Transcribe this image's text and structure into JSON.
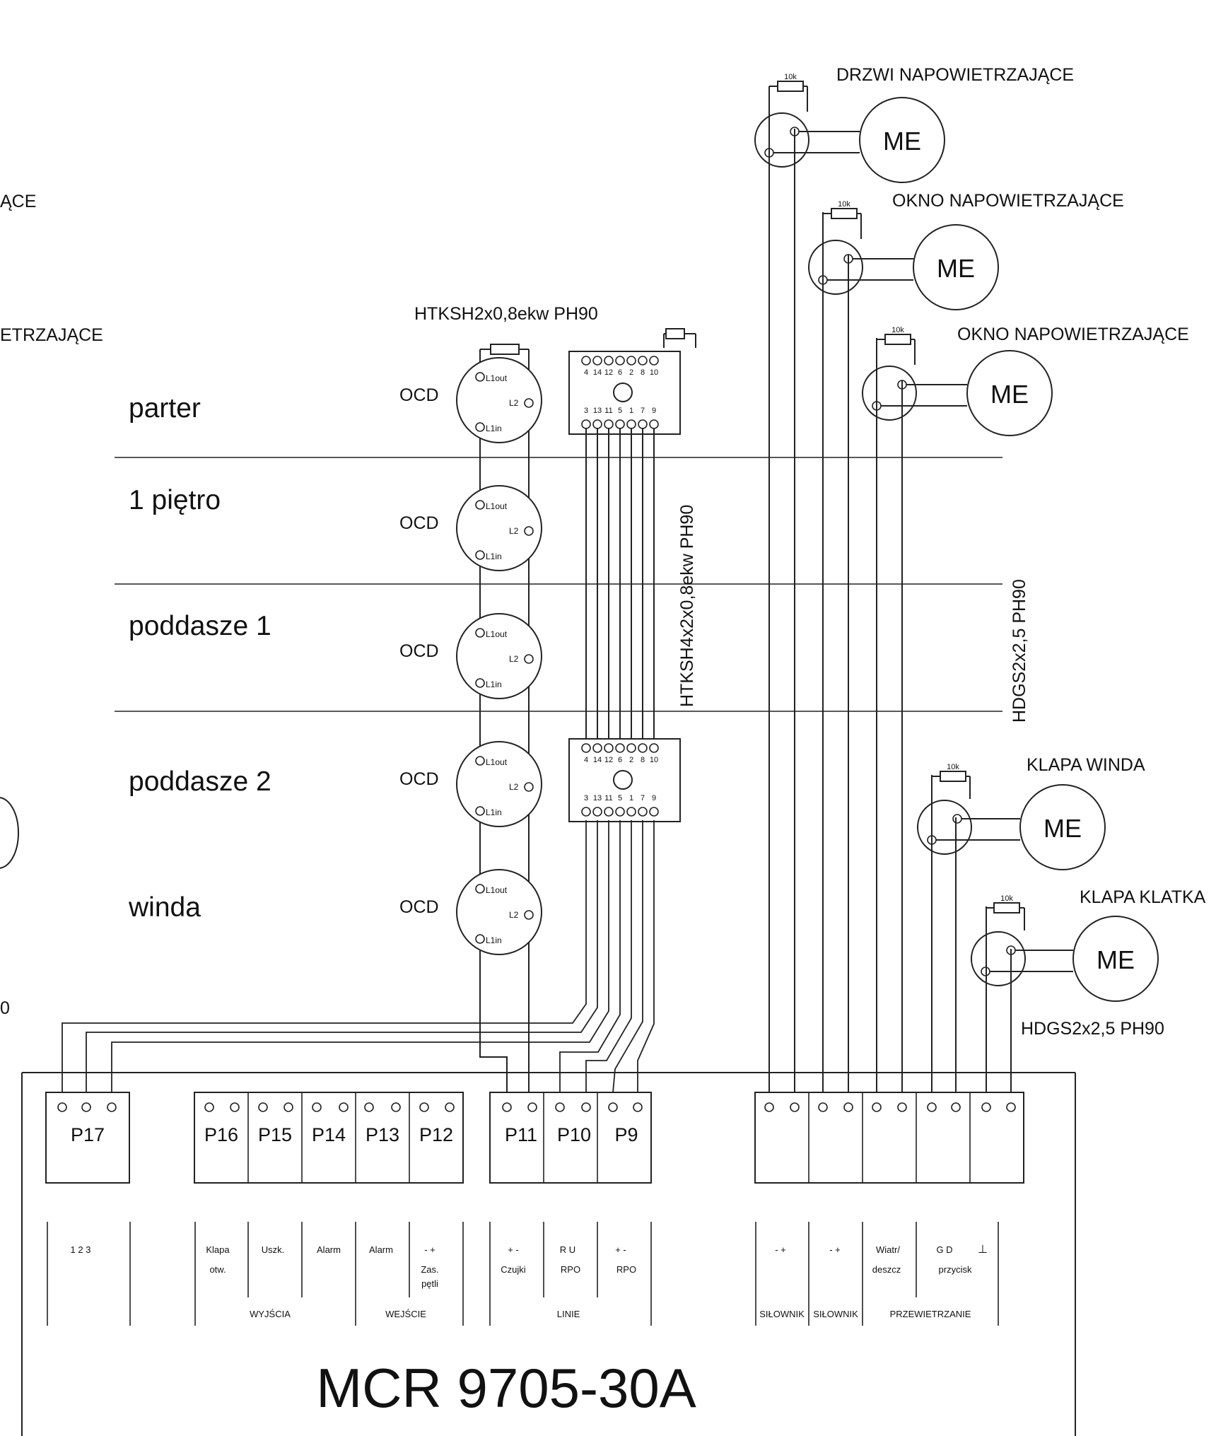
{
  "panel_title": "MCR 9705-30A",
  "cables": {
    "detector_loop": "HTKSH2x0,8ekw PH90",
    "riser": "HTKSH4x2x0,8ekw PH90",
    "motor_riser": "HDGS2x2,5 PH90",
    "motor_bottom": "HDGS2x2,5 PH90",
    "left_cut": "0"
  },
  "floors": [
    {
      "label": "parter"
    },
    {
      "label": "1 piętro"
    },
    {
      "label": "poddasze 1"
    },
    {
      "label": "poddasze 2"
    },
    {
      "label": "winda"
    }
  ],
  "detector": {
    "label": "OCD",
    "l1out": "L1out",
    "l2": "L2",
    "l1in": "L1in"
  },
  "resistor_value": "10k",
  "actuators": [
    {
      "title": "DRZWI NAPOWIETRZAJĄCE",
      "motor": "ME"
    },
    {
      "title": "OKNO NAPOWIETRZAJĄCE",
      "motor": "ME"
    },
    {
      "title": "OKNO NAPOWIETRZAJĄCE",
      "motor": "ME"
    },
    {
      "title": "KLAPA WINDA",
      "motor": "ME"
    },
    {
      "title": "KLAPA KLATKA",
      "motor": "ME"
    }
  ],
  "left_cut_labels": [
    "ĄCE",
    "ETRZAJĄCE"
  ],
  "manual_callpoint": {
    "top_numbers": [
      "4",
      "14",
      "12",
      "6",
      "2",
      "8",
      "10"
    ],
    "bottom_numbers": [
      "3",
      "13",
      "11",
      "5",
      "1",
      "7",
      "9"
    ]
  },
  "terminals": [
    "P17",
    "P16",
    "P15",
    "P14",
    "P13",
    "P12",
    "P11",
    "P10",
    "P9"
  ],
  "bottom_labels": {
    "p17": "1 2 3",
    "klapa": "Klapa",
    "otw": "otw.",
    "uszk": "Uszk.",
    "alarm_out": "Alarm",
    "alarm_in": "Alarm",
    "pm": "- +",
    "zas": "Zas.",
    "petli": "pętli",
    "czujki_sign": "+ -",
    "czujki": "Czujki",
    "ru": "R U",
    "rpo1": "RPO",
    "rpo_sign": "+ -",
    "rpo2": "RPO",
    "wyjscia": "WYJŚCIA",
    "wejscie": "WEJŚCIE",
    "linie": "LINIE",
    "sil_sign1": "- +",
    "sil_sign2": "- +",
    "silownik1": "SIŁOWNIK",
    "silownik2": "SIŁOWNIK",
    "wiatr": "Wiatr/",
    "deszcz": "deszcz",
    "gd": "G D",
    "ground": "⊥",
    "przycisk": "przycisk",
    "przewietrzanie": "PRZEWIETRZANIE"
  }
}
